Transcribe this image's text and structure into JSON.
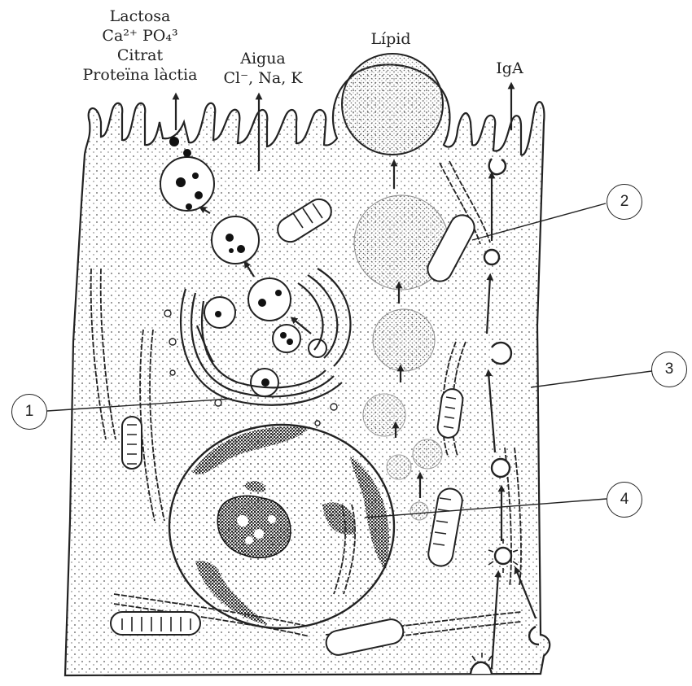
{
  "labels": {
    "secretion_products": [
      "Lactosa",
      "Ca²⁺ PO₄³",
      "Citrat",
      "Proteïna làctia"
    ],
    "water_ions": [
      "Aigua",
      "Cl⁻, Na, K"
    ],
    "lipid": "Lípid",
    "iga": "IgA"
  },
  "callouts": [
    "1",
    "2",
    "3",
    "4"
  ],
  "colors": {
    "ink": "#222222",
    "stipple": "#555555",
    "background": "#ffffff"
  }
}
